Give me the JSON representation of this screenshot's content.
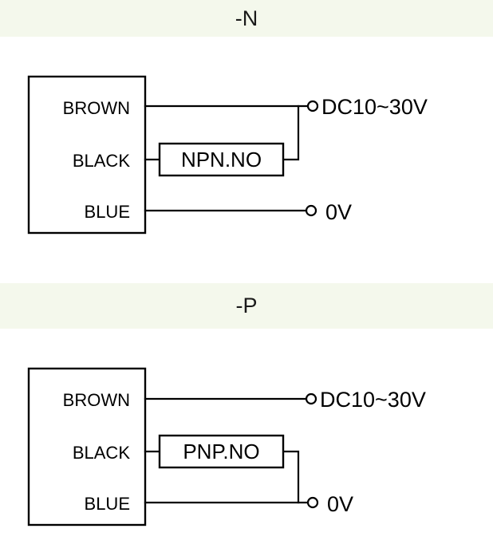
{
  "diagrams": [
    {
      "id": "npn",
      "title": "-N",
      "sensor": {
        "wires": [
          {
            "label": "BROWN"
          },
          {
            "label": "BLACK"
          },
          {
            "label": "BLUE"
          }
        ]
      },
      "switch_box": {
        "label": "NPN.NO"
      },
      "terminals": [
        {
          "label": "DC10~30V"
        },
        {
          "label": "0V"
        }
      ],
      "load_return": "to-positive"
    },
    {
      "id": "pnp",
      "title": "-P",
      "sensor": {
        "wires": [
          {
            "label": "BROWN"
          },
          {
            "label": "BLACK"
          },
          {
            "label": "BLUE"
          }
        ]
      },
      "switch_box": {
        "label": "PNP.NO"
      },
      "terminals": [
        {
          "label": "DC10~30V"
        },
        {
          "label": "0V"
        }
      ],
      "load_return": "to-ground"
    }
  ],
  "colors": {
    "title_band": "#f4f8ec",
    "line": "#000000",
    "page_background": "#ffffff"
  }
}
